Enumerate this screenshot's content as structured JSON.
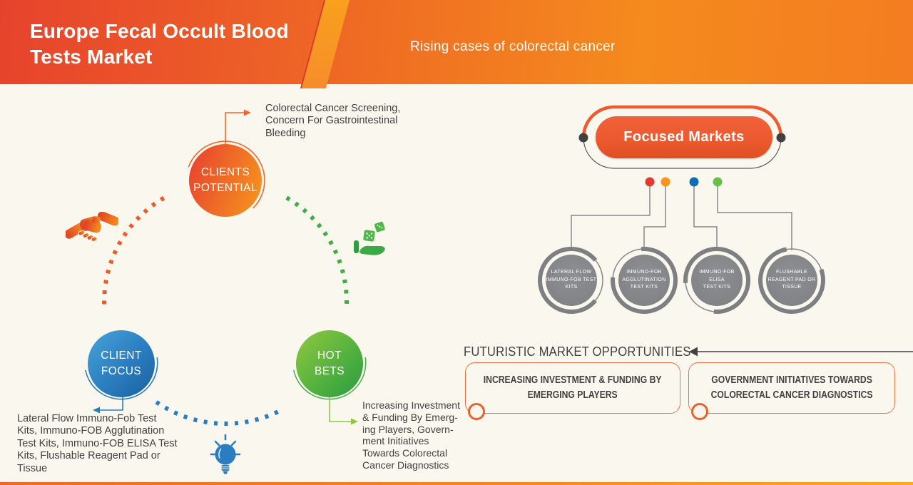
{
  "header": {
    "title": "Europe Fecal Occult Blood\nTests Market",
    "subtitle": "Rising cases of colorectal cancer"
  },
  "cycle": {
    "clients_potential": {
      "label": "CLIENTS\nPOTENTIAL",
      "note": "Colorectal Cancer Screening,\nConcern For Gastrointestinal\nBleeding"
    },
    "client_focus": {
      "label": "CLIENT\nFOCUS",
      "note": "Lateral Flow Immuno-Fob Test\nKits, Immuno-FOB Agglutination\nTest Kits, Immuno-FOB ELISA Test\nKits, Flushable Reagent Pad or\nTissue"
    },
    "hot_bets": {
      "label": "HOT\nBETS",
      "note": "Increasing Investment\n& Funding By Emerg-\ning Players, Govern-\nment Initiatives\nTowards Colorectal\nCancer Diagnostics"
    },
    "icons": [
      "handshake-icon",
      "hand-dice-icon",
      "lightbulb-icon"
    ]
  },
  "focused_markets": {
    "title": "Focused Markets",
    "items": [
      {
        "label": "LATERAL FLOW\nIMMUNO-FOB TEST\nKITS",
        "dot_color": "#e13b30"
      },
      {
        "label": "IMMUNO-FOB\nAGGLUTINATION\nTEST KITS",
        "dot_color": "#f7941e"
      },
      {
        "label": "IMMUNO-FOB ELISA\nTEST KITS",
        "dot_color": "#0e6db5"
      },
      {
        "label": "FLUSHABLE\nREAGENT PAD OR\nTISSUE",
        "dot_color": "#6abf4a"
      }
    ]
  },
  "opportunities": {
    "heading": "FUTURISTIC MARKET OPPORTUNITIES",
    "boxes": [
      {
        "label": "INCREASING INVESTMENT & FUNDING BY\nEMERGING PLAYERS"
      },
      {
        "label": "GOVERNMENT INITIATIVES TOWARDS\nCOLORECTAL CANCER DIAGNOSTICS"
      }
    ]
  },
  "colors": {
    "header_red": "#e7432c",
    "header_orange": "#f58a1e",
    "background_cream": "#faf8ee",
    "accent_orange": "#ec5a2e",
    "cycle_blue": "#2a7dc0",
    "cycle_green": "#3fae49",
    "gray_circle": "#808285",
    "text_dark": "#414042",
    "box_border_orange": "#e8714a"
  }
}
